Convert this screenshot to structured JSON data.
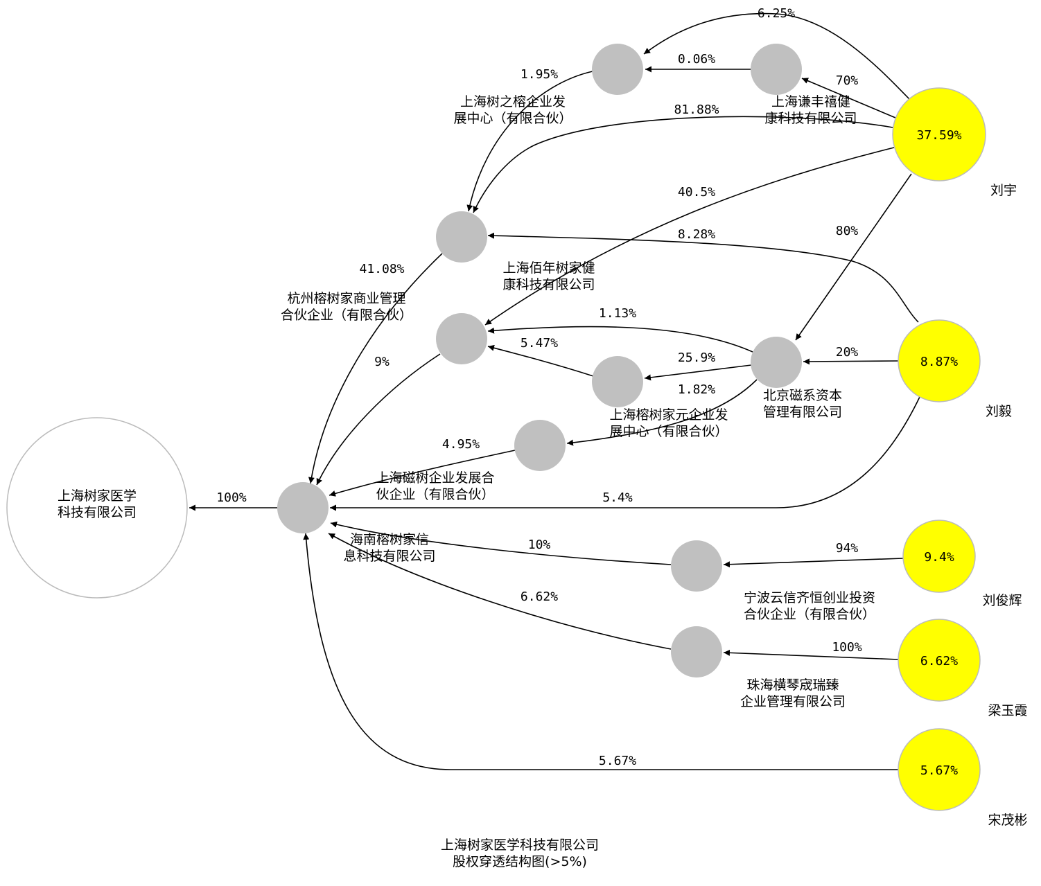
{
  "diagram": {
    "title_lines": [
      "上海树家医学科技有限公司",
      "股权穿透结构图(>5%)"
    ],
    "colors": {
      "person_fill": "#ffff00",
      "company_fill": "#c0c0c0",
      "target_fill": "#ffffff",
      "node_stroke": "#bbbbbb",
      "edge": "#000000"
    },
    "nodes": [
      {
        "id": "target",
        "kind": "target",
        "label_lines": [
          "上海树家医学",
          "科技有限公司"
        ],
        "inner_text": ""
      },
      {
        "id": "hainan",
        "kind": "company",
        "label_lines": [
          "海南榕树家信",
          "息科技有限公司"
        ],
        "inner_text": ""
      },
      {
        "id": "hangzhou",
        "kind": "company",
        "label_lines": [
          "杭州榕树家商业管理",
          "合伙企业（有限合伙）"
        ],
        "inner_text": ""
      },
      {
        "id": "shuzhirong",
        "kind": "company",
        "label_lines": [
          "上海树之榕企业发",
          "展中心（有限合伙）"
        ],
        "inner_text": ""
      },
      {
        "id": "qianfeng",
        "kind": "company",
        "label_lines": [
          "上海谦丰禧健",
          "康科技有限公司"
        ],
        "inner_text": ""
      },
      {
        "id": "bainian",
        "kind": "company",
        "label_lines": [
          "上海佰年树家健",
          "康科技有限公司"
        ],
        "inner_text": ""
      },
      {
        "id": "rongyuan",
        "kind": "company",
        "label_lines": [
          "上海榕树家元企业发",
          "展中心（有限合伙）"
        ],
        "inner_text": ""
      },
      {
        "id": "beijing",
        "kind": "company",
        "label_lines": [
          "北京磁系资本",
          "管理有限公司"
        ],
        "inner_text": ""
      },
      {
        "id": "cishu",
        "kind": "company",
        "label_lines": [
          "上海磁树企业发展合",
          "伙企业（有限合伙）"
        ],
        "inner_text": ""
      },
      {
        "id": "ningbo",
        "kind": "company",
        "label_lines": [
          "宁波云信齐恒创业投资",
          "合伙企业（有限合伙）"
        ],
        "inner_text": ""
      },
      {
        "id": "zhuhai",
        "kind": "company",
        "label_lines": [
          "珠海横琴宬瑞臻",
          "企业管理有限公司"
        ],
        "inner_text": ""
      },
      {
        "id": "liuyu",
        "kind": "person",
        "label_lines": [
          "刘宇"
        ],
        "inner_text": "37.59%"
      },
      {
        "id": "liuyi",
        "kind": "person",
        "label_lines": [
          "刘毅"
        ],
        "inner_text": "8.87%"
      },
      {
        "id": "liujunhui",
        "kind": "person",
        "label_lines": [
          "刘俊辉"
        ],
        "inner_text": "9.4%"
      },
      {
        "id": "liangyuxia",
        "kind": "person",
        "label_lines": [
          "梁玉霞"
        ],
        "inner_text": "6.62%"
      },
      {
        "id": "songmaobin",
        "kind": "person",
        "label_lines": [
          "宋茂彬"
        ],
        "inner_text": "5.67%"
      }
    ],
    "edges": [
      {
        "from": "hainan",
        "to": "target",
        "label": "100%"
      },
      {
        "from": "liuyu",
        "to": "shuzhirong",
        "label": "6.25%"
      },
      {
        "from": "qianfeng",
        "to": "shuzhirong",
        "label": "0.06%"
      },
      {
        "from": "liuyu",
        "to": "qianfeng",
        "label": "70%"
      },
      {
        "from": "shuzhirong",
        "to": "hangzhou",
        "label": "1.95%"
      },
      {
        "from": "liuyu",
        "to": "hangzhou",
        "label": "81.88%"
      },
      {
        "from": "liuyu",
        "to": "bainian",
        "label": "40.5%"
      },
      {
        "from": "liuyi",
        "to": "hangzhou",
        "label": "8.28%"
      },
      {
        "from": "liuyu",
        "to": "beijing",
        "label": "80%"
      },
      {
        "from": "hangzhou",
        "to": "hainan",
        "label": "41.08%"
      },
      {
        "from": "beijing",
        "to": "bainian",
        "label": "1.13%"
      },
      {
        "from": "rongyuan",
        "to": "bainian",
        "label": "5.47%"
      },
      {
        "from": "beijing",
        "to": "rongyuan",
        "label": "25.9%"
      },
      {
        "from": "liuyi",
        "to": "beijing",
        "label": "20%"
      },
      {
        "from": "bainian",
        "to": "hainan",
        "label": "9%"
      },
      {
        "from": "beijing",
        "to": "cishu",
        "label": "1.82%"
      },
      {
        "from": "cishu",
        "to": "hainan",
        "label": "4.95%"
      },
      {
        "from": "liuyi",
        "to": "hainan",
        "label": "5.4%"
      },
      {
        "from": "ningbo",
        "to": "hainan",
        "label": "10%"
      },
      {
        "from": "liujunhui",
        "to": "ningbo",
        "label": "94%"
      },
      {
        "from": "zhuhai",
        "to": "hainan",
        "label": "6.62%"
      },
      {
        "from": "liangyuxia",
        "to": "zhuhai",
        "label": "100%"
      },
      {
        "from": "songmaobin",
        "to": "hainan",
        "label": "5.67%"
      }
    ]
  }
}
